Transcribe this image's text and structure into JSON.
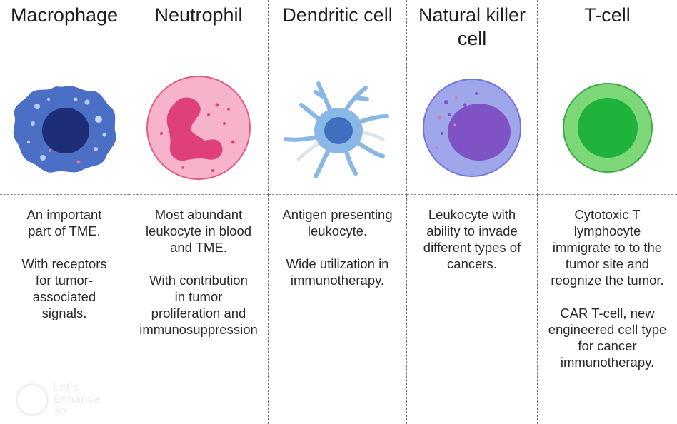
{
  "columns": [
    {
      "title": "Macrophage",
      "icon": "macrophage-cell-icon",
      "paragraphs": [
        "An important\npart of TME.",
        "With receptors\nfor tumor-\nassociated\nsignals."
      ]
    },
    {
      "title": "Neutrophil",
      "icon": "neutrophil-cell-icon",
      "paragraphs": [
        "Most abundant\nleukocyte in blood\nand TME.",
        "With contribution\nin tumor\nproliferation and\nimmunosuppression"
      ]
    },
    {
      "title": "Dendritic cell",
      "icon": "dendritic-cell-icon",
      "paragraphs": [
        "Antigen presenting\nleukocyte.",
        "Wide utilization in\nimmunotherapy."
      ]
    },
    {
      "title": "Natural killer\ncell",
      "icon": "natural-killer-cell-icon",
      "paragraphs": [
        "Leukocyte with\nability to invade\ndifferent types of\ncancers."
      ]
    },
    {
      "title": "T-cell",
      "icon": "t-cell-icon",
      "paragraphs": [
        "Cytotoxic T\nlymphocyte\nimmigrate to to the\ntumor site and\nreognize the tumor.",
        "CAR T-cell, new\nengineered cell type\nfor cancer\nimmunotherapy."
      ]
    }
  ],
  "colors": {
    "macrophage": "#4a6fc4",
    "macrophage_nucleus": "#1d2d78",
    "neutrophil": "#f7b3c9",
    "neutrophil_nucleus": "#e0407a",
    "dendritic": "#8ab8e6",
    "dendritic_nucleus": "#3f6fbe",
    "nk": "#9fa6ea",
    "nk_nucleus": "#7f53c3",
    "tcell": "#7ed87a",
    "tcell_nucleus": "#1fb33c"
  },
  "watermark": {
    "text": "Let's\nEnhance\n.io",
    "icon": "lets-enhance-logo-icon"
  }
}
